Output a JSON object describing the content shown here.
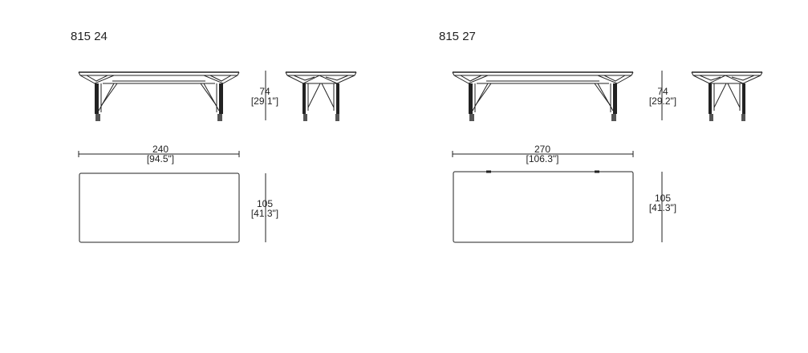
{
  "products": [
    {
      "model": "815 24",
      "height": {
        "cm": "74",
        "in": "[29.1\"]"
      },
      "length": {
        "cm": "240",
        "in": "[94.5\"]"
      },
      "width": {
        "cm": "105",
        "in": "[41.3\"]"
      }
    },
    {
      "model": "815 27",
      "height": {
        "cm": "74",
        "in": "[29.2\"]"
      },
      "length": {
        "cm": "270",
        "in": "[106.3\"]"
      },
      "width": {
        "cm": "105",
        "in": "[41.3\"]"
      }
    }
  ]
}
